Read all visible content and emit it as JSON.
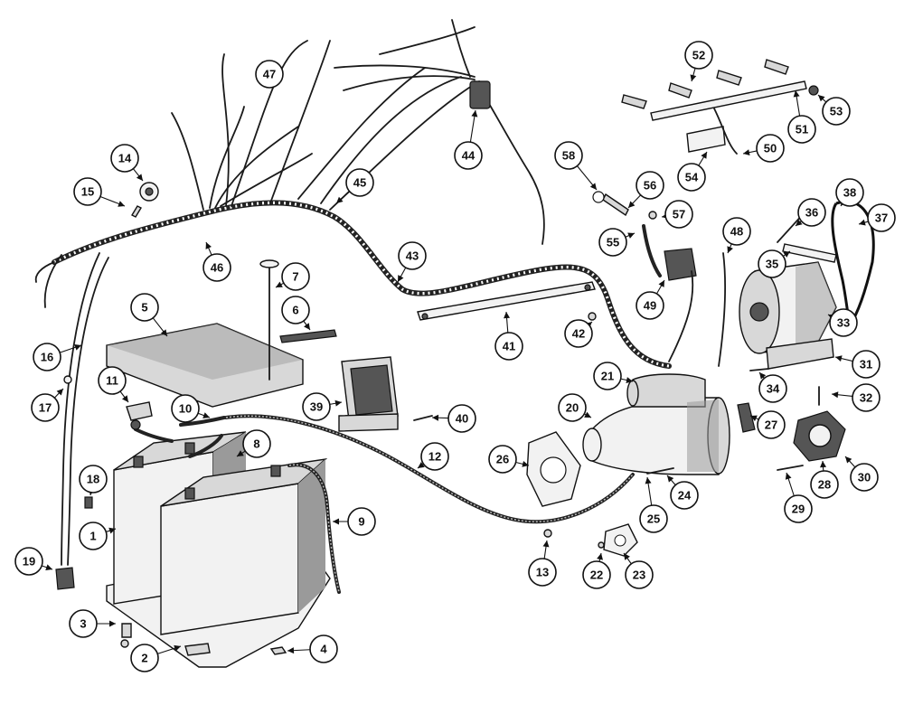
{
  "diagram": {
    "callouts": [
      "1",
      "2",
      "3",
      "4",
      "5",
      "6",
      "7",
      "8",
      "9",
      "10",
      "11",
      "12",
      "13",
      "14",
      "15",
      "16",
      "17",
      "18",
      "19",
      "20",
      "21",
      "22",
      "23",
      "24",
      "25",
      "26",
      "27",
      "28",
      "29",
      "30",
      "31",
      "32",
      "33",
      "34",
      "35",
      "36",
      "37",
      "38",
      "39",
      "40",
      "41",
      "42",
      "43",
      "44",
      "45",
      "46",
      "47",
      "48",
      "49",
      "50",
      "51",
      "52",
      "53",
      "54",
      "55",
      "56",
      "57",
      "58"
    ]
  }
}
